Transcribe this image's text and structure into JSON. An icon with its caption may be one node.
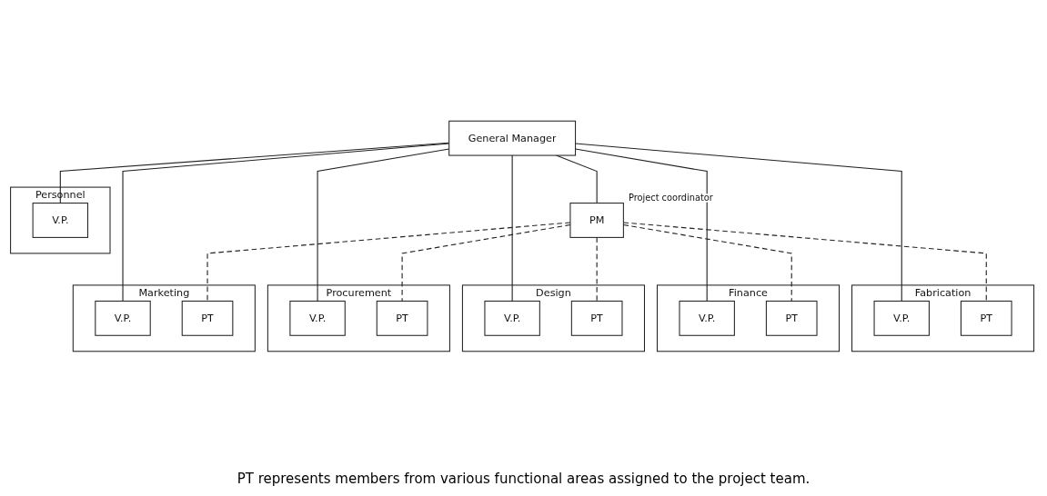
{
  "diagram": {
    "caption": "PT represents members from various functional areas assigned to the project team.",
    "nodes": [
      {
        "text": [
          "General Manager"
        ]
      },
      {
        "text": [
          "PM"
        ],
        "beside": [
          "Project coordinator"
        ]
      },
      {
        "text": [
          "Fabrication"
        ]
      },
      {
        "text": [
          "V.P."
        ],
        "in": 2
      },
      {
        "text": [
          "PT"
        ],
        "in": 2
      },
      {
        "text": [
          "Finance"
        ]
      },
      {
        "text": [
          "V.P."
        ],
        "in": 5
      },
      {
        "text": [
          "PT"
        ],
        "in": 5
      },
      {
        "text": [
          "Design"
        ]
      },
      {
        "text": [
          "V.P."
        ],
        "in": 8
      },
      {
        "text": [
          "PT"
        ],
        "in": 8
      },
      {
        "text": [
          "Personnel"
        ]
      },
      {
        "text": [
          "V.P."
        ],
        "in": 11
      },
      {
        "text": [
          "Procurement"
        ]
      },
      {
        "text": [
          "V.P."
        ],
        "in": 13
      },
      {
        "text": [
          "PT"
        ],
        "in": 13
      },
      {
        "text": [
          "Marketing"
        ]
      },
      {
        "text": [
          "V.P."
        ],
        "in": 16
      },
      {
        "text": [
          "PT"
        ],
        "in": 16
      }
    ],
    "edges": [
      {
        "from": 0,
        "to": 1,
        "arrow": "none"
      },
      {
        "from": 0,
        "to": 3,
        "arrow": "none"
      },
      {
        "from": 0,
        "to": 6,
        "arrow": "none"
      },
      {
        "from": 0,
        "to": 9,
        "arrow": "none"
      },
      {
        "from": 0,
        "to": 12,
        "arrow": "none"
      },
      {
        "from": 0,
        "to": 14,
        "arrow": "none"
      },
      {
        "from": 0,
        "to": 17,
        "arrow": "none"
      },
      {
        "from": 1,
        "to": 4,
        "arrow": "none",
        "style": "dashed"
      },
      {
        "from": 1,
        "to": 7,
        "arrow": "none",
        "style": "dashed"
      },
      {
        "from": 1,
        "to": 10,
        "arrow": "none",
        "style": "dashed"
      },
      {
        "from": 1,
        "to": 15,
        "arrow": "none",
        "style": "dashed"
      },
      {
        "from": 1,
        "to": 18,
        "arrow": "none",
        "style": "dashed"
      }
    ]
  }
}
